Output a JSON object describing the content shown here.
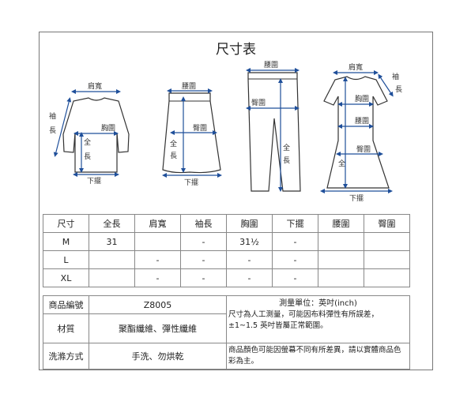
{
  "title": "尺寸表",
  "diagram_labels": {
    "top": {
      "shoulder": "肩寬",
      "sleeve_a": "袖",
      "sleeve_b": "長",
      "chest": "胸圍",
      "length_a": "全",
      "length_b": "長",
      "hem": "下擺"
    },
    "skirt": {
      "waist": "腰圍",
      "hip": "臀圍",
      "length_a": "全",
      "length_b": "長",
      "hem": "下擺"
    },
    "pants": {
      "waist": "腰圍",
      "hip": "臀圍",
      "length_a": "全",
      "length_b": "長"
    },
    "dress": {
      "shoulder": "肩寬",
      "sleeve_a": "袖",
      "sleeve_b": "長",
      "chest": "胸圍",
      "waist": "腰圍",
      "hip": "臀圍",
      "length": "全",
      "hem": "下擺"
    }
  },
  "size_table": {
    "headers": [
      "尺寸",
      "全長",
      "肩寬",
      "袖長",
      "胸圍",
      "下擺",
      "腰圍",
      "臀圍"
    ],
    "rows": [
      [
        "M",
        "31",
        "",
        "-",
        "31½",
        "-",
        "",
        ""
      ],
      [
        "L",
        "",
        "-",
        "-",
        "-",
        "-",
        "",
        ""
      ],
      [
        "XL",
        "",
        "-",
        "-",
        "-",
        "-",
        "",
        ""
      ]
    ]
  },
  "info": {
    "code_label": "商品編號",
    "code_value": "Z8005",
    "material_label": "材質",
    "material_value": "聚酯纖維、彈性纖維",
    "wash_label": "洗滌方式",
    "wash_value": "手洗、勿烘乾",
    "unit_note": "測量單位：英吋(inch)",
    "note1": "尺寸為人工測量，可能因布料彈性有所誤差，±1~1.5 英吋皆屬正常範圍。",
    "note2": "商品顏色可能因螢幕不同有所差異，請以實體商品色彩為主。"
  }
}
